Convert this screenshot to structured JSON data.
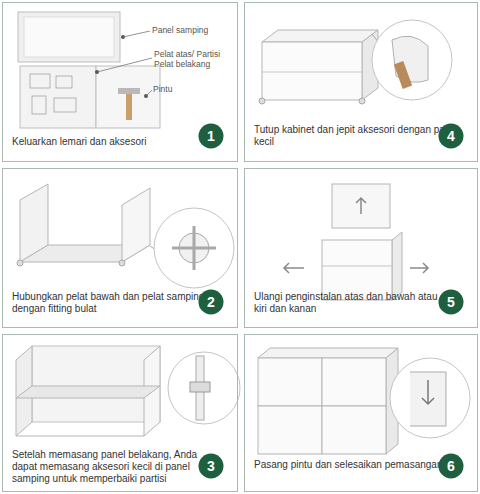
{
  "diagram": {
    "nodes": [
      {
        "text": [
          "Keluarkan lemari dan aksesori"
        ]
      },
      {
        "text": [
          "1"
        ],
        "in": 0
      },
      {
        "text": [
          "Tutup kabinet dan jepit aksesori dengan palu kecil"
        ]
      },
      {
        "text": [
          "4"
        ],
        "in": 2
      },
      {
        "text": [
          "Hubungkan pelat bawah dan pelat samping dengan fitting bulat"
        ]
      },
      {
        "text": [
          "2"
        ],
        "in": 4
      },
      {
        "text": [
          "Ulangi penginstalan atas dan bawah atau kiri dan kanan"
        ]
      },
      {
        "text": [
          "5"
        ],
        "in": 6
      },
      {
        "text": [
          "Setelah memasang panel belakang, Anda dapat memasang aksesori kecil di panel samping untuk memperbaiki partisi"
        ]
      },
      {
        "text": [
          "3"
        ],
        "in": 8
      },
      {
        "text": [
          "Pasang pintu dan selesaikan pemasangan"
        ]
      },
      {
        "text": [
          "6"
        ],
        "in": 10
      }
    ],
    "labels": [
      "Panel samping",
      "Pelat atas/ Partisi Pelat belakang",
      "Pintu"
    ]
  }
}
